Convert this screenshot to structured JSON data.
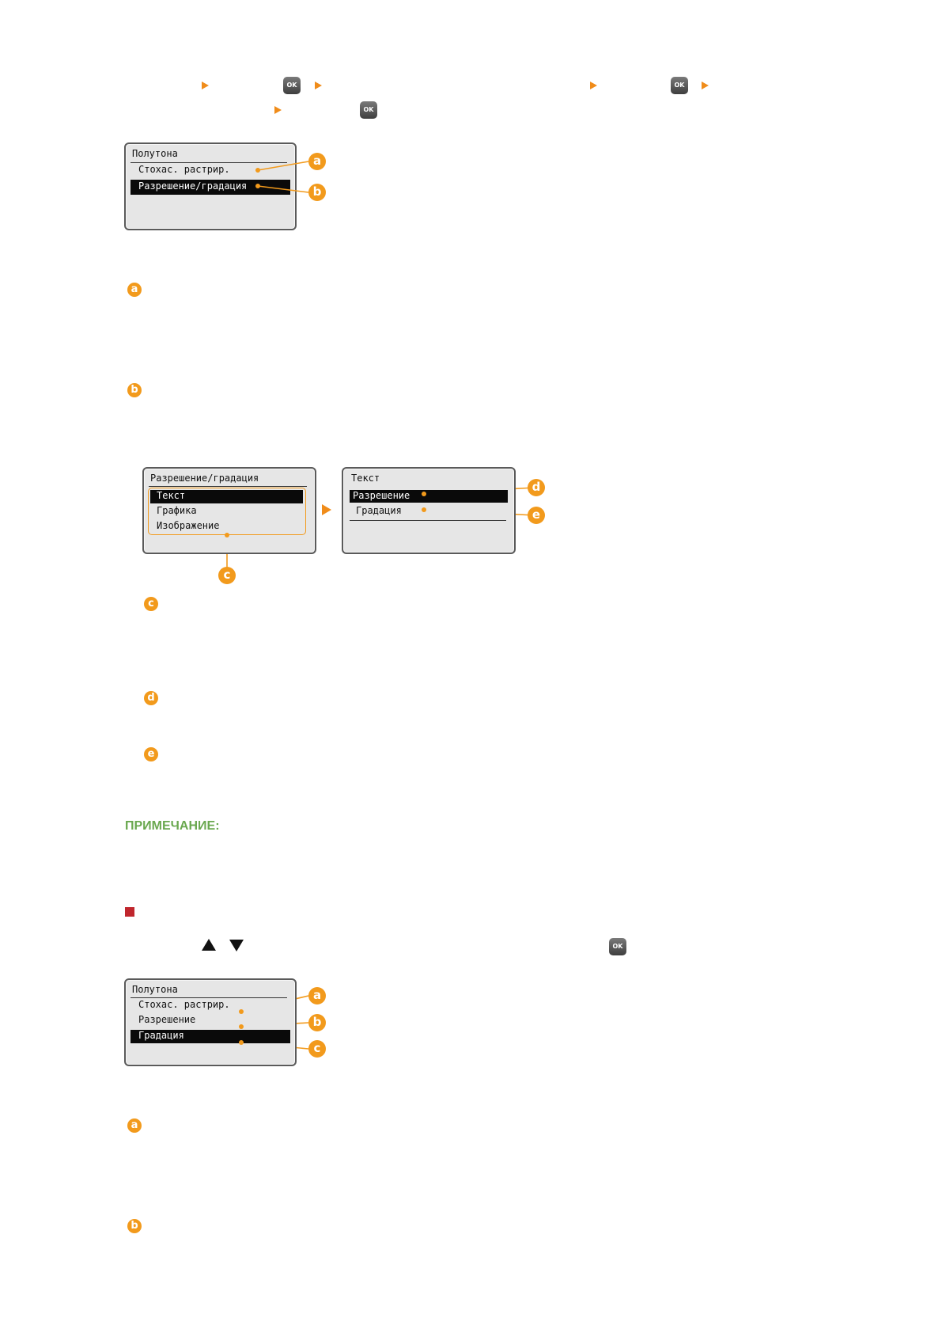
{
  "ok_label": "OK",
  "section1": {
    "lcd": {
      "title": "Полутона",
      "items": [
        "Стохас. растрир.",
        "Разрешение/градация"
      ],
      "selected_index": 1,
      "callouts": [
        "a",
        "b"
      ]
    },
    "desc_markers": [
      "a",
      "b"
    ]
  },
  "section2": {
    "lcd_left": {
      "title": "Разрешение/градация",
      "items": [
        "Текст",
        "Графика",
        "Изображение"
      ],
      "selected_index": 0,
      "callout": "c"
    },
    "lcd_right": {
      "title": "Текст",
      "items": [
        "Разрешение",
        "Градация"
      ],
      "selected_index": 0,
      "callouts": [
        "d",
        "e"
      ]
    },
    "desc_markers": [
      "c",
      "d",
      "e"
    ]
  },
  "note": {
    "label": "ПРИМЕЧАНИЕ:"
  },
  "section3": {
    "lcd": {
      "title": "Полутона",
      "items": [
        "Стохас. растрир.",
        "Разрешение",
        "Градация"
      ],
      "selected_index": 2,
      "callouts": [
        "a",
        "b",
        "c"
      ]
    },
    "desc_markers": [
      "a",
      "b"
    ]
  },
  "colors": {
    "accent": "#f29a1c",
    "note": "#6aa84f",
    "bullet": "#c0262d"
  }
}
